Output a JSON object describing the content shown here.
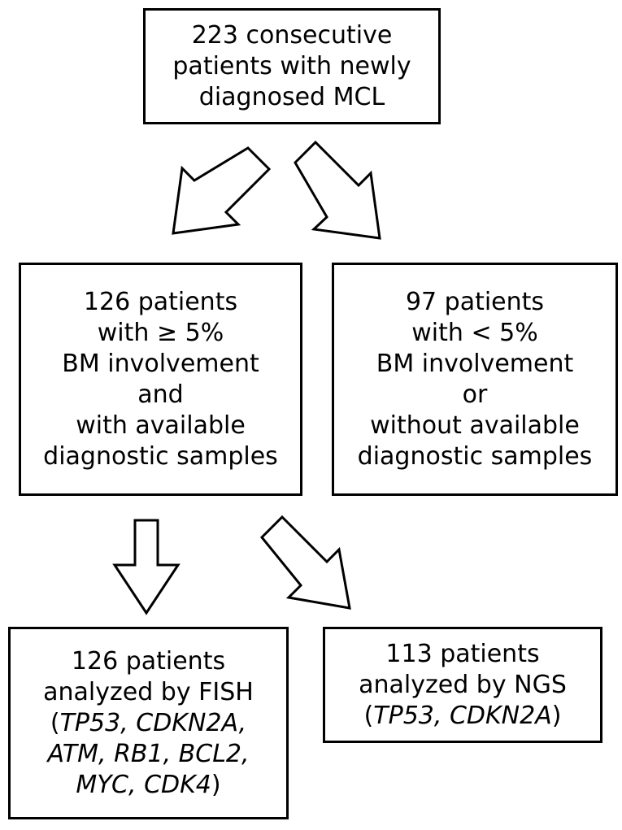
{
  "boxes": {
    "top": {
      "lines": [
        "223 consecutive",
        "patients with newly",
        "diagnosed MCL"
      ]
    },
    "left": {
      "lines": [
        "126 patients",
        "with ≥ 5%",
        "BM involvement",
        "and",
        "with available",
        "diagnostic samples"
      ]
    },
    "right": {
      "lines": [
        "97 patients",
        "with < 5%",
        "BM involvement",
        "or",
        "without available",
        "diagnostic samples"
      ]
    },
    "fish": {
      "line1": "126 patients",
      "line2": "analyzed by FISH",
      "paren_open": "(",
      "line3_genes": "TP53, CDKN2A,",
      "line4_genes": "ATM, RB1, BCL2,",
      "line5_genes": "MYC, CDK4",
      "paren_close": ")"
    },
    "ngs": {
      "line1": "113 patients",
      "line2": "analyzed by NGS",
      "paren_open": "(",
      "line3_genes": "TP53, CDKN2A",
      "paren_close": ")"
    }
  },
  "arrows": [
    {
      "from": "top",
      "to": "left"
    },
    {
      "from": "top",
      "to": "right"
    },
    {
      "from": "left",
      "to": "fish"
    },
    {
      "from": "left",
      "to": "ngs"
    }
  ]
}
